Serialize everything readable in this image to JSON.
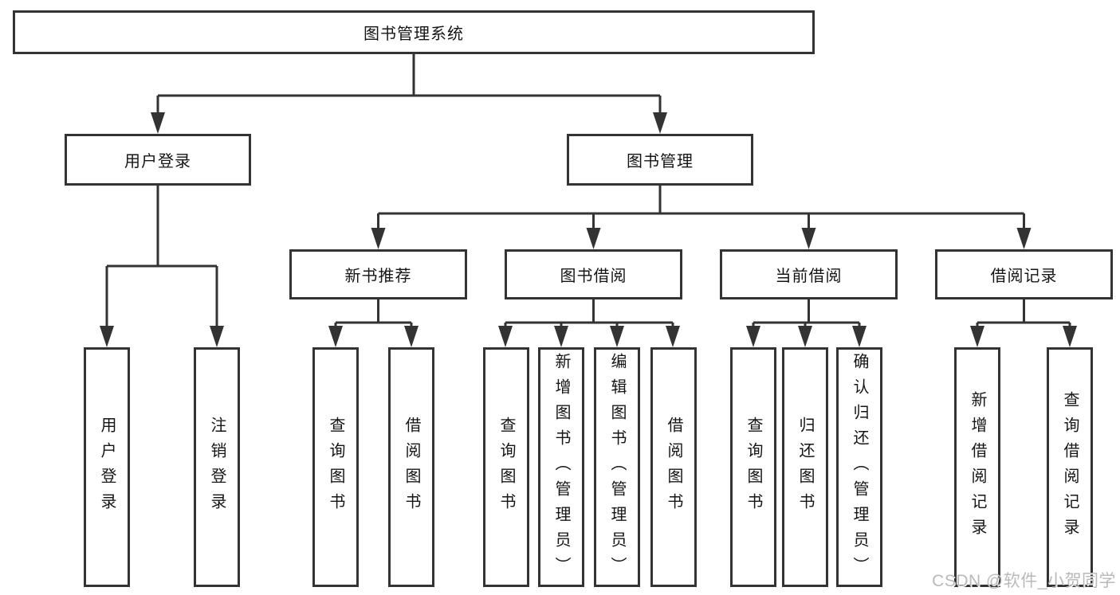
{
  "diagram": {
    "root_label": "图书管理系统",
    "level2": {
      "login": "用户登录",
      "books": "图书管理"
    },
    "level3": {
      "recommend": "新书推荐",
      "borrow": "图书借阅",
      "current": "当前借阅",
      "records": "借阅记录"
    },
    "leaves": {
      "login": [
        "用户登录",
        "注销登录"
      ],
      "recommend": [
        "查询图书",
        "借阅图书"
      ],
      "borrow": [
        "查询图书",
        "新增图书（管理员）",
        "编辑图书（管理员）",
        "借阅图书"
      ],
      "current": [
        "查询图书",
        "归还图书",
        "确认归还（管理员）"
      ],
      "records": [
        "新增借阅记录",
        "查询借阅记录"
      ]
    },
    "watermark": "CSDN @软件_小贺同学",
    "colors": {
      "line": "#333333",
      "box_border": "#333333",
      "text": "#151515",
      "watermark": "#b9b9b9",
      "background": "#ffffff"
    }
  }
}
